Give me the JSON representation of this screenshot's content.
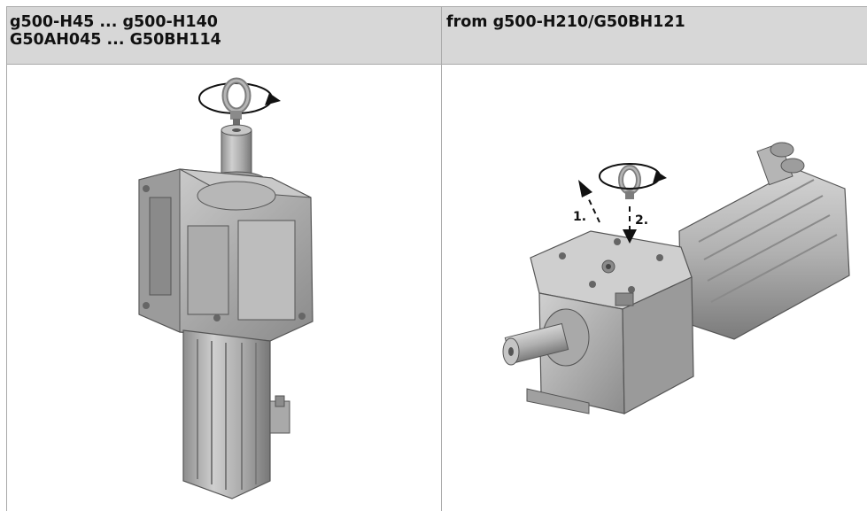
{
  "table": {
    "header_left_line1": "g500-H45 ... g500-H140",
    "header_left_line2": "G50AH045 ... G50BH114",
    "header_right": "from g500-H210/G50BH121"
  },
  "right_figure": {
    "step1_label": "1.",
    "step2_label": "2."
  },
  "colors": {
    "header_bg": "#d7d7d7",
    "grid_line": "#a9a9a9",
    "metal_light": "#c9c9c9",
    "metal_mid": "#a6a6a6",
    "metal_dark": "#6f6f6f",
    "arrow": "#111111"
  },
  "icons": [
    "rotate-arrow-icon",
    "eye-bolt-icon",
    "dashed-arrow-icon"
  ]
}
